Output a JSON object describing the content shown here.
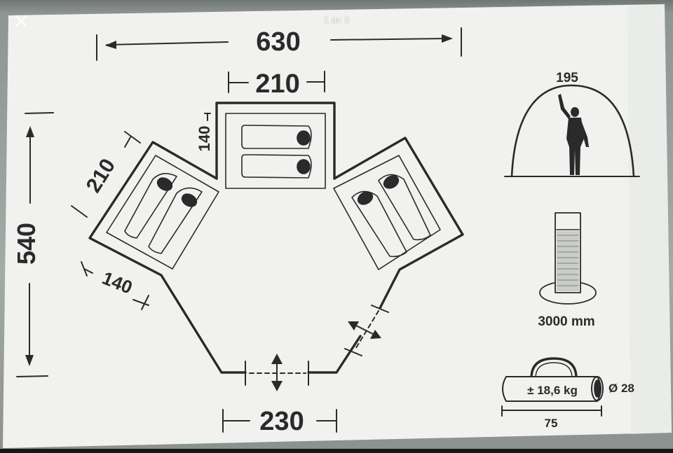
{
  "viewer": {
    "counter": "1 av 3",
    "close_icon": "close-icon"
  },
  "diagram": {
    "width_total": "630",
    "width_center_room": "210",
    "height_total": "540",
    "depth_center_room": "140",
    "width_left_room": "210",
    "side_left": "140",
    "entrance_width": "230",
    "standing_height": "195",
    "water_column": "3000 mm",
    "packed_weight": "± 18,6 kg",
    "packed_diameter": "Ø 28",
    "packed_length": "75",
    "icons": [
      "close-icon",
      "person-in-dome-icon",
      "water-column-icon",
      "carry-bag-icon",
      "sleeping-bag-icon",
      "door-arrow-icon"
    ],
    "colors": {
      "ink": "#2a2a2a",
      "paper": "#f1f2ef",
      "shadow": "#1a1c1c"
    }
  }
}
